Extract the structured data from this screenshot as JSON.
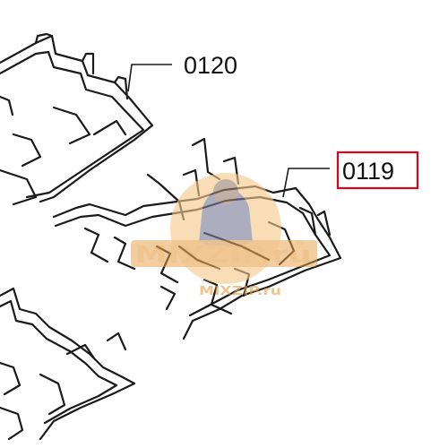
{
  "labels": {
    "part_a": "0120",
    "part_b": "0119"
  },
  "highlight_color": "#e0001b",
  "watermark": {
    "text": "MIXZIP.ru",
    "subtext": "MIXZIP.ru",
    "mark": "®",
    "color": "#e8a14a"
  }
}
